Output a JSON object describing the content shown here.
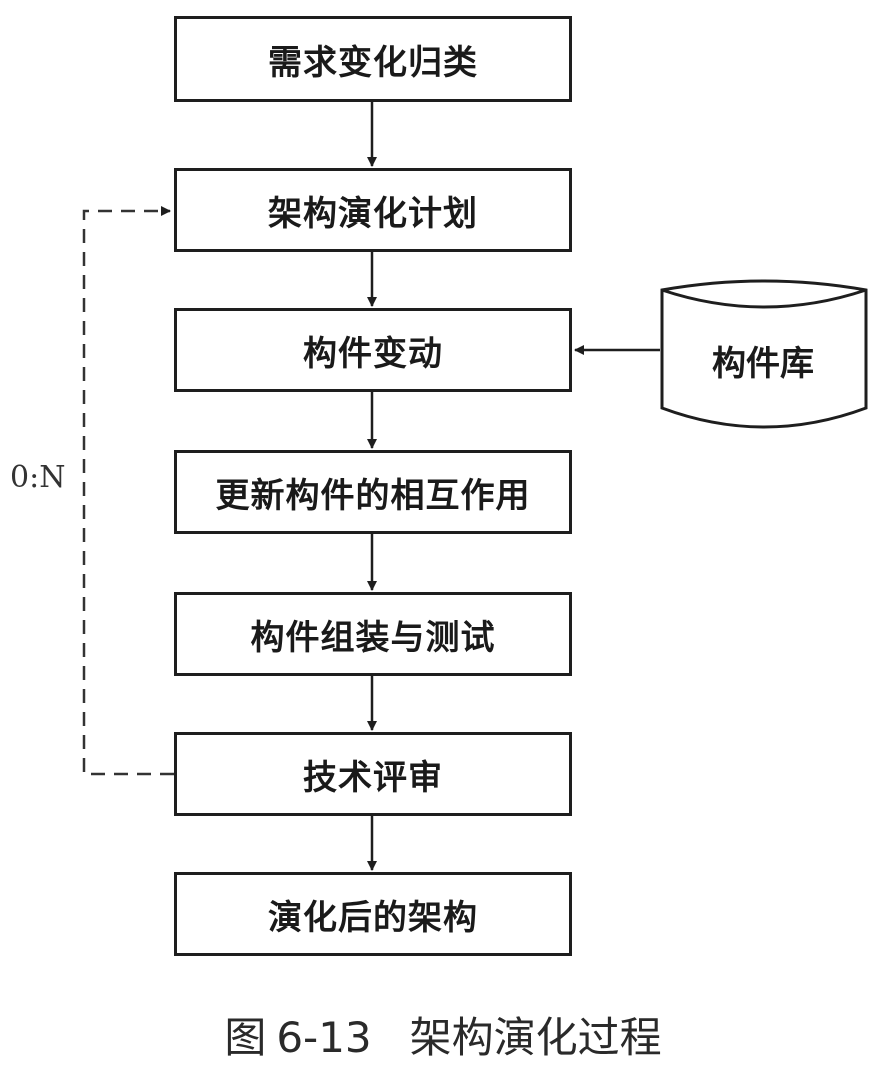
{
  "steps": [
    "需求变化归类",
    "架构演化计划",
    "构件变动",
    "更新构件的相互作用",
    "构件组装与测试",
    "技术评审",
    "演化后的架构"
  ],
  "repository": {
    "label": "构件库"
  },
  "loop": {
    "label": "0:N"
  },
  "caption": {
    "prefix": "图",
    "number": "6-13",
    "title": "架构演化过程"
  },
  "colors": {
    "stroke": "#1e1e1e",
    "text": "#1a1a1a"
  }
}
